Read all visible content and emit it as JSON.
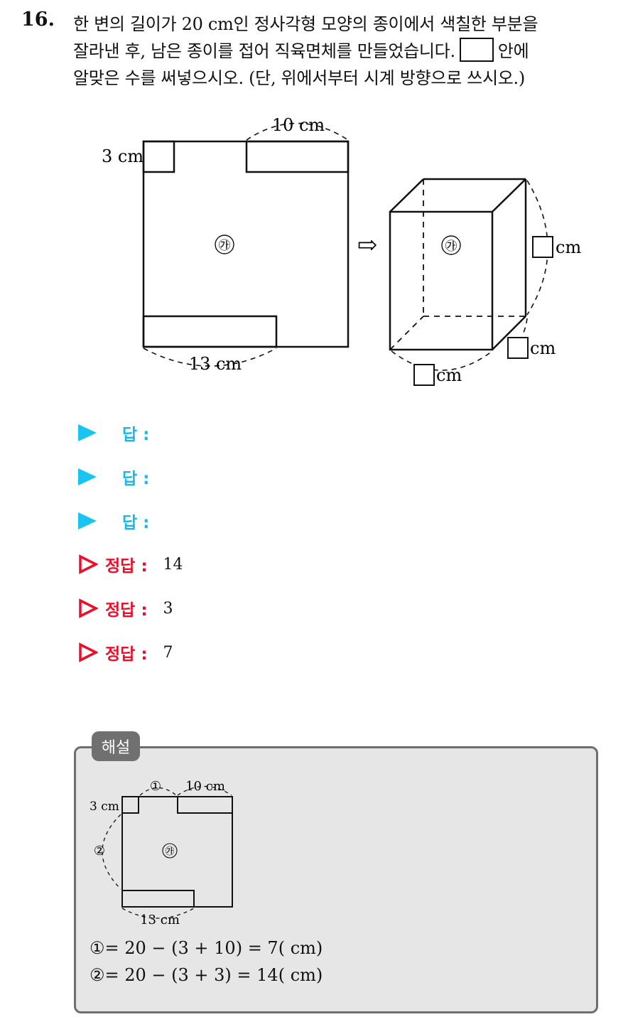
{
  "question": {
    "number": "16.",
    "line1": "한 변의 길이가 20 cm인 정사각형 모양의 종이에서 색칠한 부분을",
    "line2_before": "잘라낸 후, 남은 종이를 접어 직육면체를 만들었습니다.",
    "line2_after": "안에",
    "line3": "알맞은 수를 써넣으시오. (단, 위에서부터 시계 방향으로 쓰시오.)"
  },
  "figure": {
    "label_top": "10 cm",
    "label_left": "3 cm",
    "label_bottom": "13 cm",
    "face_label": "㉮",
    "arrow": "⇨",
    "cube_face_label": "㉮",
    "unit_right": "cm",
    "unit_bottom_right": "cm",
    "unit_bottom": "cm"
  },
  "answers": {
    "input_label": "답 :",
    "inputs": [
      "",
      "",
      ""
    ],
    "key_label": "정답 :",
    "correct": [
      "14",
      "3",
      "7"
    ]
  },
  "solution": {
    "tab": "해설",
    "fig_circle1": "①",
    "fig_top": "10 cm",
    "fig_left": "3 cm",
    "fig_circle2": "②",
    "fig_face": "㉮",
    "fig_bottom": "13 cm",
    "line1": "①= 20 − (3 + 10) = 7( cm)",
    "line2": "②= 20 − (3 + 3) = 14( cm)"
  },
  "colors": {
    "answer_marker": "#19c4f0",
    "key_marker": "#e8102a",
    "solution_bg": "#e6e6e6",
    "solution_tab": "#707070"
  }
}
